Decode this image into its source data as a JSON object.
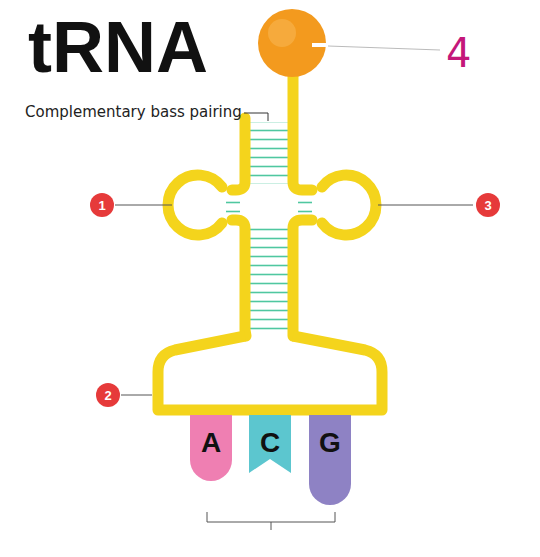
{
  "diagram": {
    "title": "tRNA",
    "nodes": [
      {
        "text": [
          "1"
        ]
      },
      {
        "text": [
          "3"
        ]
      },
      {
        "text": [
          "2"
        ]
      },
      {
        "text": [
          "A"
        ]
      },
      {
        "text": [
          "C"
        ]
      },
      {
        "text": [
          "G"
        ]
      }
    ],
    "labels": [
      "Complementary bass pairing",
      "4"
    ]
  }
}
